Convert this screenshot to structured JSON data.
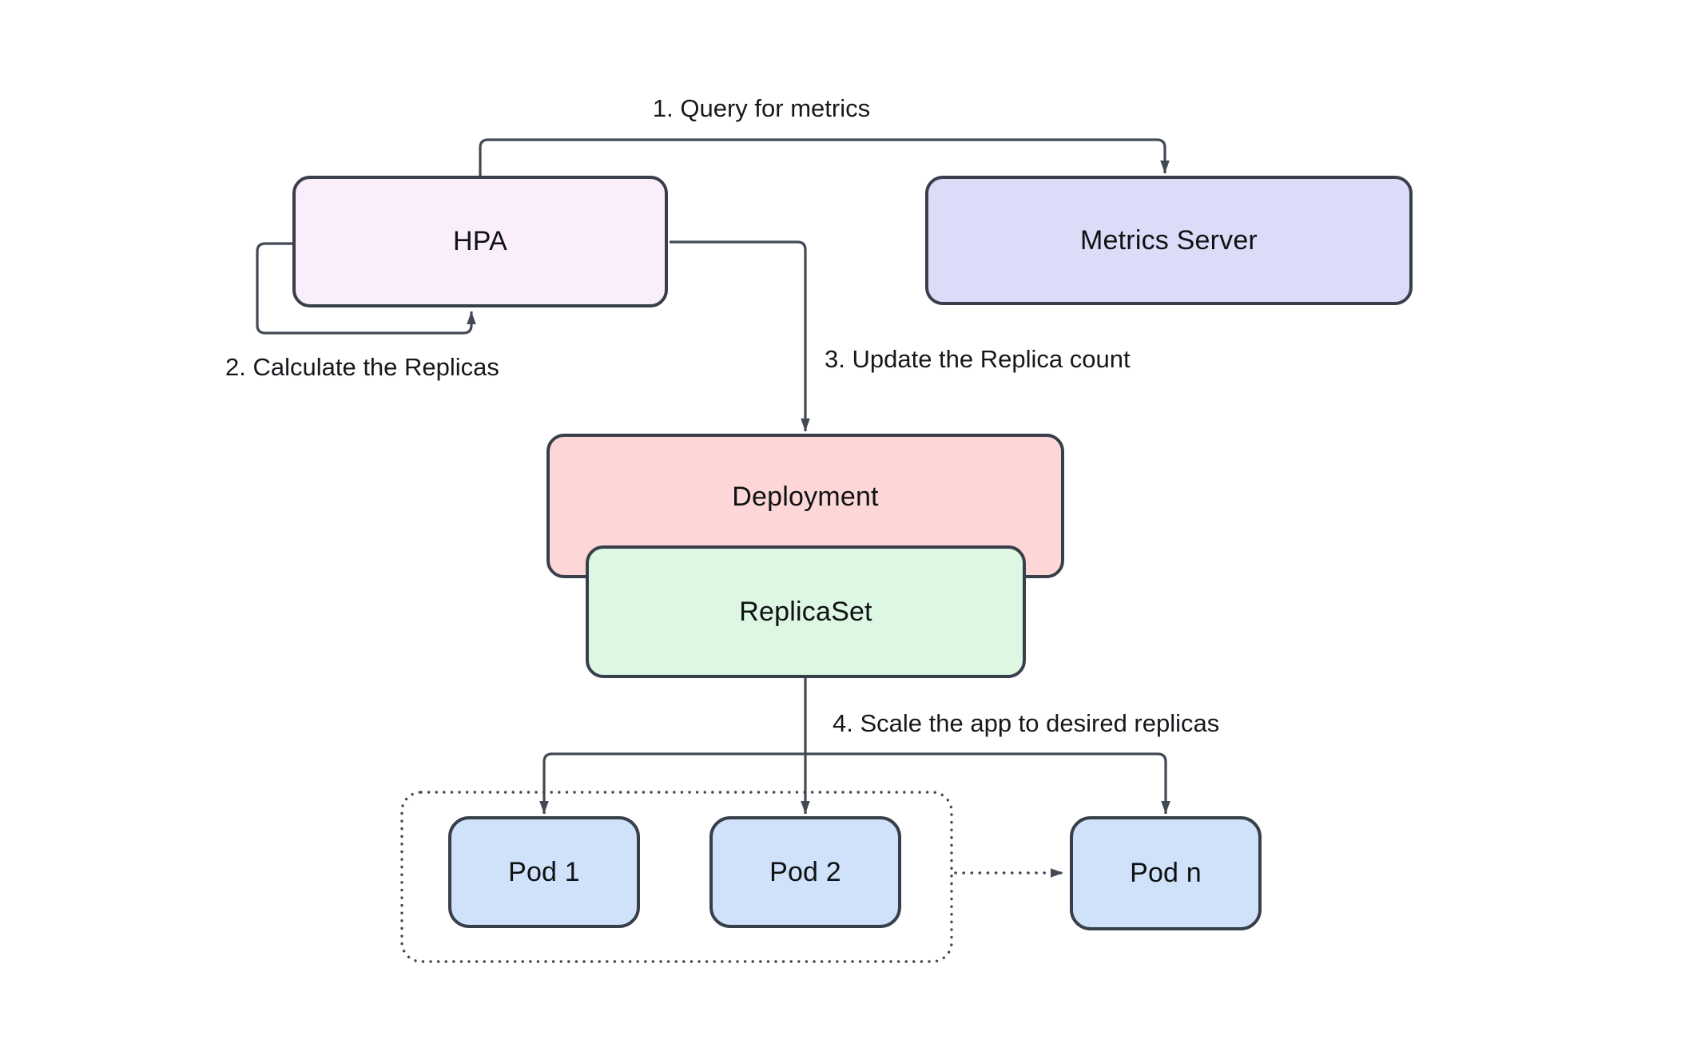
{
  "diagram": {
    "nodes": {
      "hpa": {
        "label": "HPA",
        "fill": "#faeefa"
      },
      "metrics_server": {
        "label": "Metrics Server",
        "fill": "#dddcf8"
      },
      "deployment": {
        "label": "Deployment",
        "fill": "#fdd7d7"
      },
      "replicaset": {
        "label": "ReplicaSet",
        "fill": "#ddf7e2"
      },
      "pod1": {
        "label": "Pod 1",
        "fill": "#cfe2f9"
      },
      "pod2": {
        "label": "Pod 2",
        "fill": "#cfe2f9"
      },
      "podn": {
        "label": "Pod n",
        "fill": "#cfe2f9"
      }
    },
    "annotations": {
      "step1": "1. Query for metrics",
      "step2": "2. Calculate the Replicas",
      "step3": "3. Update the Replica count",
      "step4": "4. Scale the app to desired replicas"
    },
    "palette": {
      "background": "#ffffff",
      "node_border": "#383f4a",
      "connector": "#434a54",
      "text": "#0f1114"
    }
  }
}
